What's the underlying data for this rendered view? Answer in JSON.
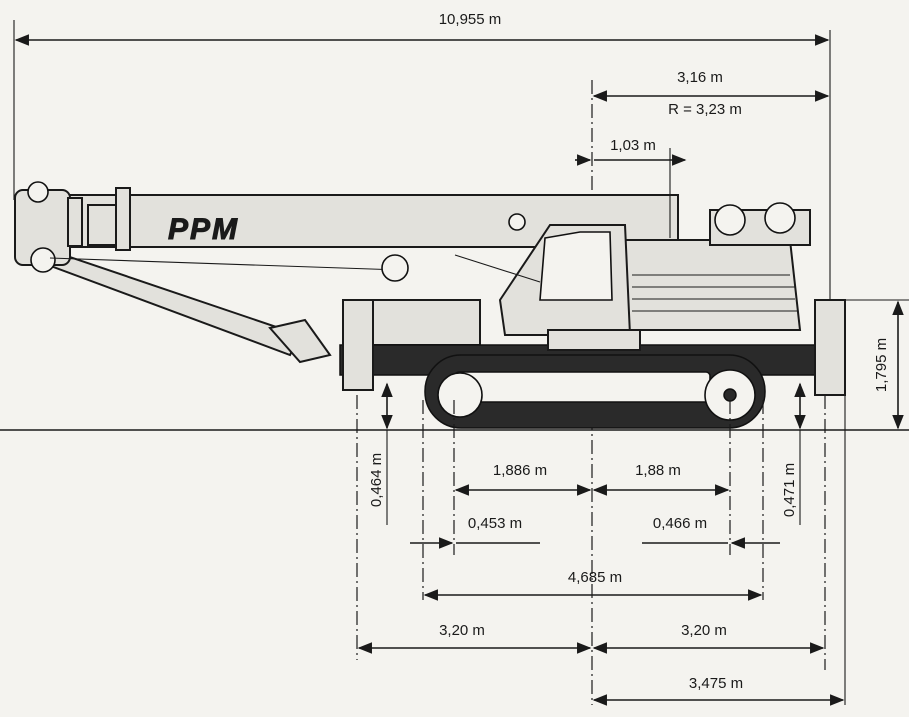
{
  "brand": "PPM",
  "colors": {
    "ink": "#1a1a1a",
    "paper": "#f4f3ef",
    "machine": "#e2e1dc",
    "track": "#2a2a2a"
  },
  "dimensions": {
    "overall_length": "10,955 m",
    "tail_length": "3,16 m",
    "tail_radius": "R = 3,23 m",
    "counterweight_offset": "1,03 m",
    "height": "1,795 m",
    "front_clearance": "0,464 m",
    "rear_clearance": "0,471 m",
    "track_front_half": "1,886 m",
    "track_rear_half": "1,88 m",
    "front_overhang": "0,453 m",
    "rear_overhang": "0,466 m",
    "track_length": "4,685 m",
    "outrigger_front": "3,20 m",
    "outrigger_rear": "3,20 m",
    "rear_to_center": "3,475 m"
  }
}
